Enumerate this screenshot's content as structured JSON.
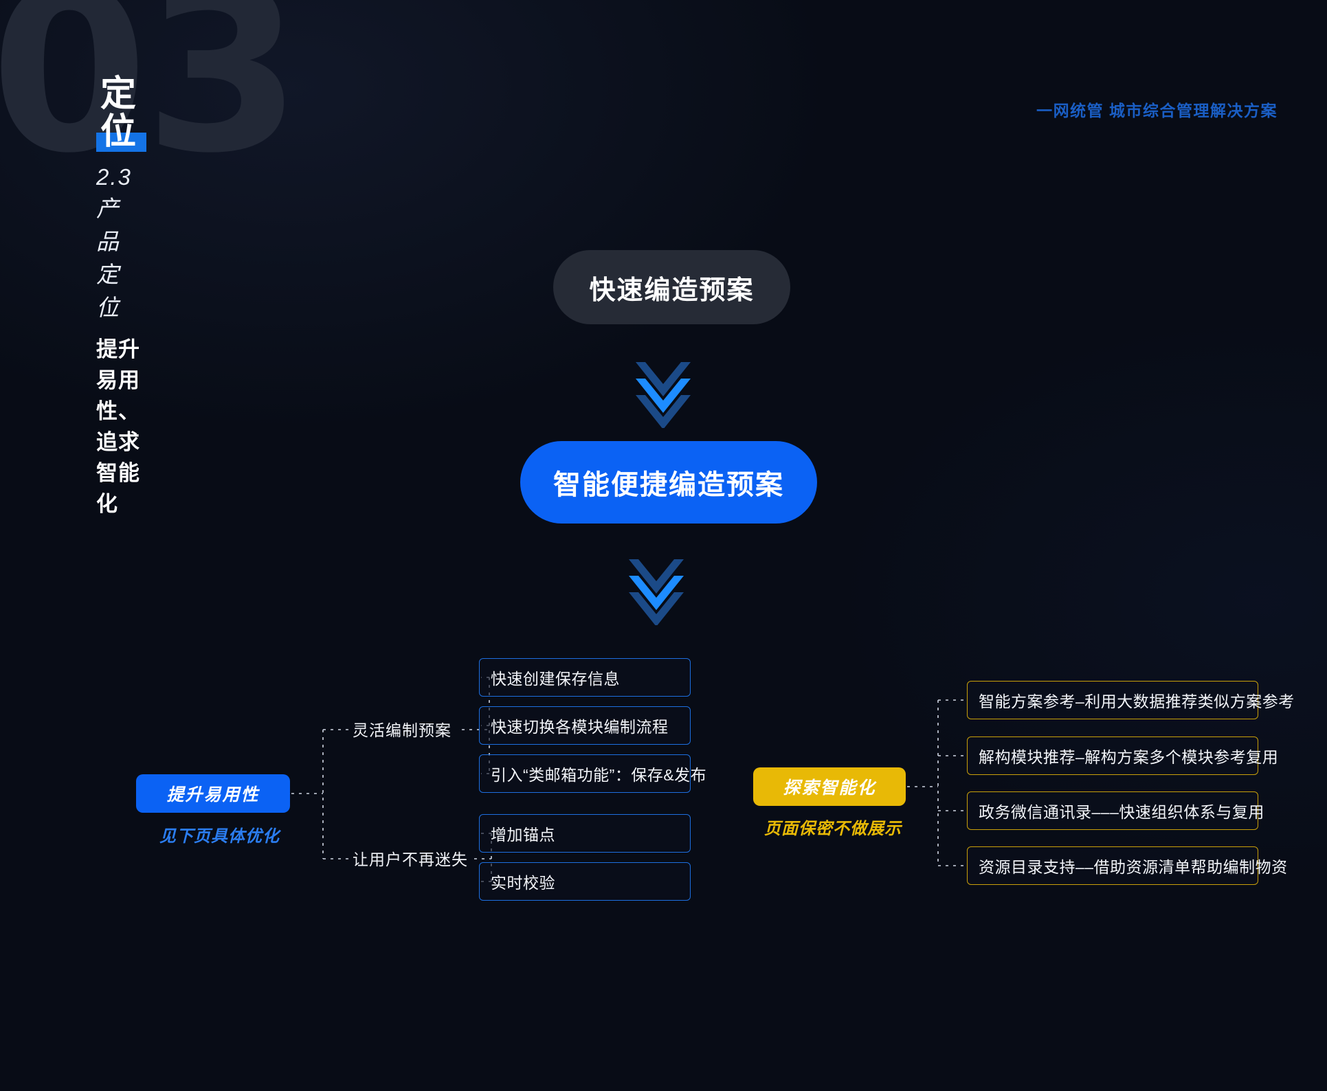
{
  "slide": {
    "watermark_number": "03",
    "title_main": "定位",
    "title_sub": "2.3 产品定位",
    "title_desc": "提升易用性、追求智能化",
    "header_right": "一网统管 城市综合管理解决方案"
  },
  "flow": {
    "step_before": "快速编造预案",
    "step_after": "智能便捷编造预案",
    "arrow_1_icon": "double-chevron-down-icon",
    "arrow_2_icon": "double-chevron-down-icon"
  },
  "branches": {
    "left": {
      "tag": "提升易用性",
      "note": "见下页具体优化",
      "groups": [
        {
          "label": "灵活编制预案",
          "items": [
            "快速创建保存信息",
            "快速切换各模块编制流程",
            "引入“类邮箱功能”：保存&发布"
          ]
        },
        {
          "label": "让用户不再迷失",
          "items": [
            "增加锚点",
            "实时校验"
          ]
        }
      ]
    },
    "right": {
      "tag": "探索智能化",
      "note": "页面保密不做展示",
      "items": [
        "智能方案参考–利用大数据推荐类似方案参考",
        "解构模块推荐–解构方案多个模块参考复用",
        "政务微信通讯录–––快速组织体系与复用",
        "资源目录支持––借助资源清单帮助编制物资"
      ]
    }
  },
  "colors": {
    "background": "#080c16",
    "accent_blue": "#0b62f4",
    "accent_yellow": "#e8b906",
    "watermark": "#222836",
    "header_right_blue": "#1a5ec4",
    "box_border_blue": "#1d6fe0",
    "box_border_yellow": "#c9a00a",
    "pill_dark": "#262b36",
    "chevron_dark": "#1b4a87",
    "chevron_bright": "#1d8cff"
  }
}
